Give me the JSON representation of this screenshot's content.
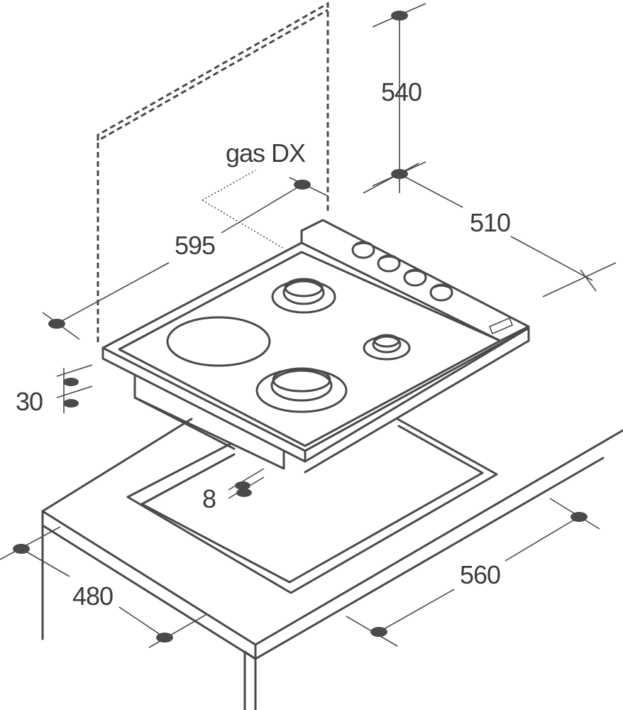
{
  "diagram": {
    "label_side": "gas DX",
    "dimensions": {
      "hob_height": "540",
      "hob_depth": "510",
      "hob_width": "595",
      "hob_thickness": "30",
      "cutout_margin": "8",
      "cutout_width": "560",
      "cutout_depth": "480"
    }
  },
  "colors": {
    "line": "#4a4a4a",
    "background": "#ffffff"
  }
}
